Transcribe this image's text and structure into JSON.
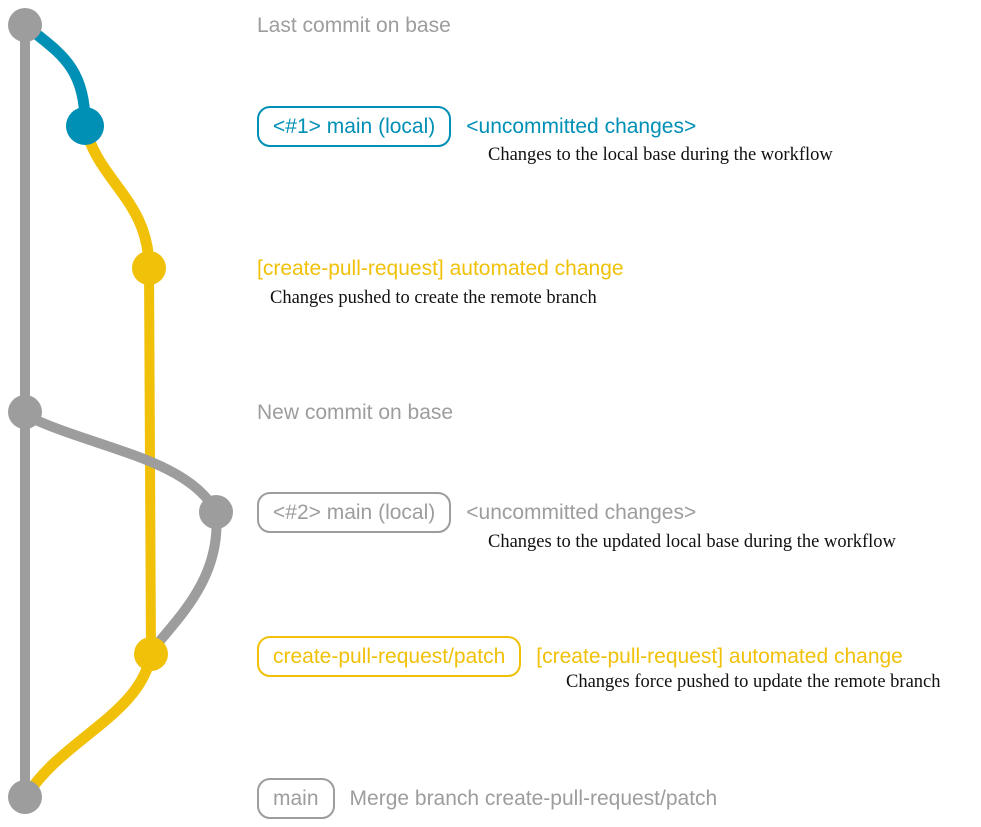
{
  "colors": {
    "base": "#9d9d9d",
    "local": "#008fb5",
    "branch": "#f1c109",
    "description": "#111111",
    "background": "#ffffff"
  },
  "graph": {
    "type": "git-branch-diagram",
    "branches": [
      {
        "name": "base",
        "color": "#9d9d9d"
      },
      {
        "name": "main (local)",
        "color": "#008fb5"
      },
      {
        "name": "create-pull-request/patch",
        "color": "#f1c109"
      }
    ],
    "commits": [
      {
        "id": "c1",
        "branch": "base",
        "message": "Last commit on base"
      },
      {
        "id": "c2",
        "branch": "main (local)",
        "tag": "<#1> main (local)",
        "message": "<uncommitted changes>",
        "description": "Changes to the local base during the workflow"
      },
      {
        "id": "c3",
        "branch": "create-pull-request/patch",
        "message": "[create-pull-request] automated change",
        "description": "Changes pushed to create the remote branch"
      },
      {
        "id": "c4",
        "branch": "base",
        "message": "New commit on base"
      },
      {
        "id": "c5",
        "branch": "main (local)",
        "tag": "<#2> main (local)",
        "message": "<uncommitted changes>",
        "description": "Changes to the updated local base during the workflow"
      },
      {
        "id": "c6",
        "branch": "create-pull-request/patch",
        "tag": "create-pull-request/patch",
        "message": "[create-pull-request] automated change",
        "description": "Changes force pushed to update the remote branch"
      },
      {
        "id": "c7",
        "branch": "base",
        "tag": "main",
        "message": "Merge branch create-pull-request/patch"
      }
    ]
  }
}
